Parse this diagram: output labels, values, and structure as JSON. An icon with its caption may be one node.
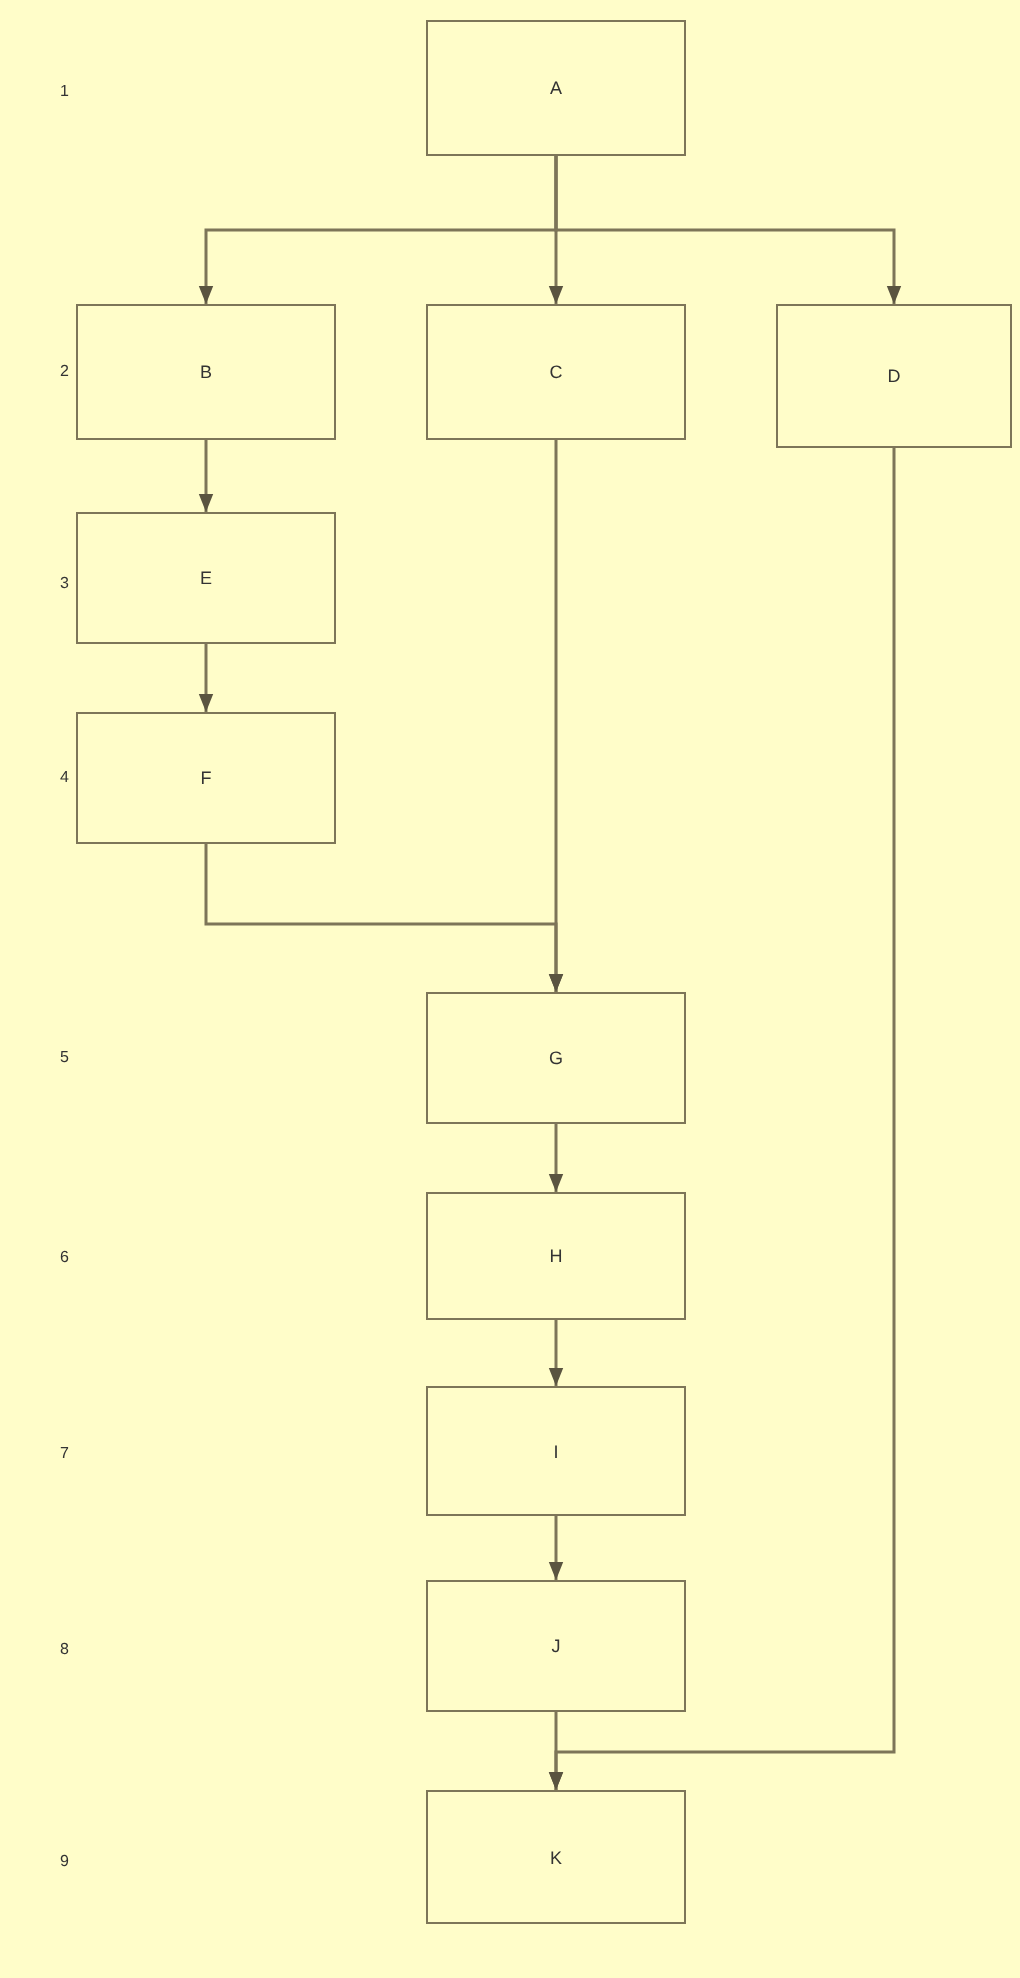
{
  "diagram": {
    "nodes": [
      {
        "text": [
          "A"
        ]
      },
      {
        "text": [
          "B"
        ]
      },
      {
        "text": [
          "C"
        ]
      },
      {
        "text": [
          "D"
        ]
      },
      {
        "text": [
          "E"
        ]
      },
      {
        "text": [
          "F"
        ]
      },
      {
        "text": [
          "G"
        ]
      },
      {
        "text": [
          "H"
        ]
      },
      {
        "text": [
          "I"
        ]
      },
      {
        "text": [
          "J"
        ]
      },
      {
        "text": [
          "K"
        ]
      }
    ],
    "edges": [
      {
        "from": 0,
        "to": 1,
        "arrow": "to"
      },
      {
        "from": 0,
        "to": 2,
        "arrow": "to"
      },
      {
        "from": 0,
        "to": 3,
        "arrow": "to"
      },
      {
        "from": 1,
        "to": 4,
        "arrow": "to"
      },
      {
        "from": 4,
        "to": 5,
        "arrow": "to"
      },
      {
        "from": 5,
        "to": 6,
        "arrow": "to"
      },
      {
        "from": 2,
        "to": 6,
        "arrow": "to"
      },
      {
        "from": 6,
        "to": 7,
        "arrow": "to"
      },
      {
        "from": 7,
        "to": 8,
        "arrow": "to"
      },
      {
        "from": 8,
        "to": 9,
        "arrow": "to"
      },
      {
        "from": 9,
        "to": 10,
        "arrow": "to"
      },
      {
        "from": 3,
        "to": 10,
        "arrow": "to"
      }
    ],
    "labels": [
      "1",
      "2",
      "3",
      "4",
      "5",
      "6",
      "7",
      "8",
      "9"
    ]
  }
}
